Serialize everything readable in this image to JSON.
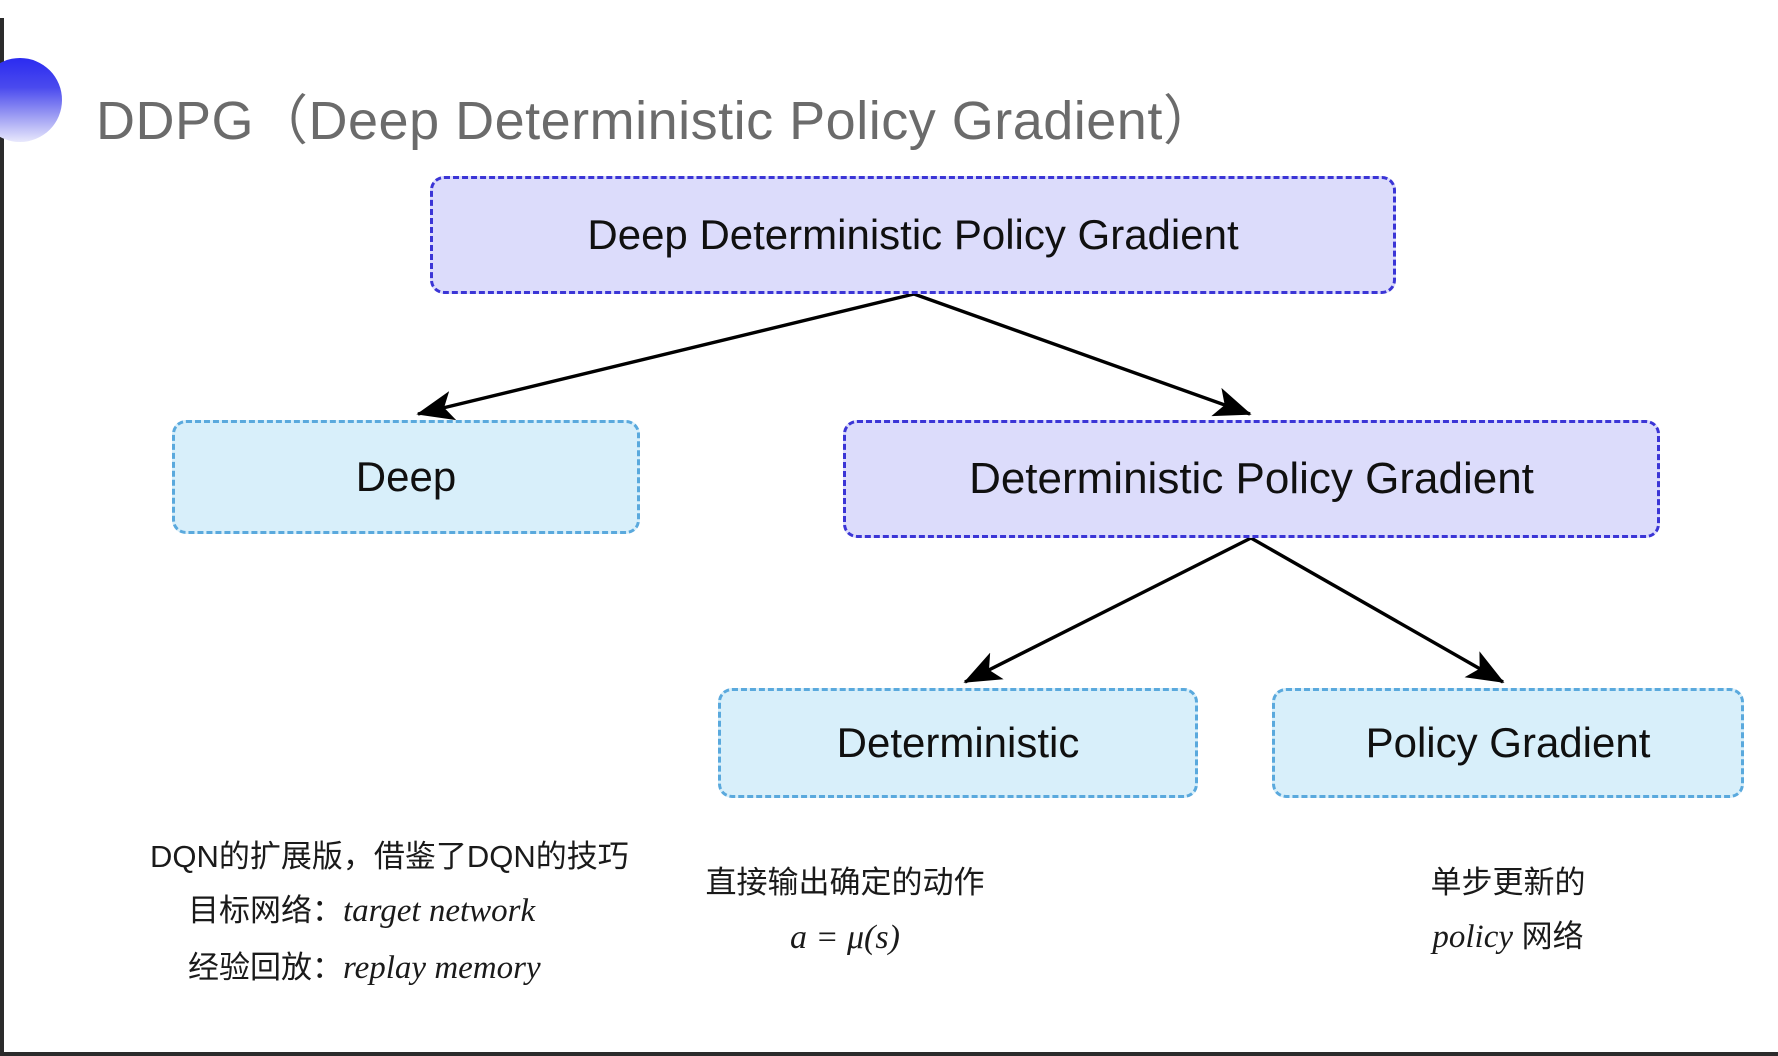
{
  "slide": {
    "title": "DDPG（Deep Deterministic Policy Gradient）",
    "background_color": "#ffffff"
  },
  "colors": {
    "purple_fill": "#dcdcfb",
    "purple_border": "#3b35d6",
    "cyan_fill": "#d8effa",
    "cyan_border": "#5aa9dd",
    "title_text": "#6b6b6b",
    "arrow": "#000000",
    "bullet_gradient_start": "#2b2bf0",
    "bullet_gradient_end": "#e8e8fc"
  },
  "diagram": {
    "type": "tree",
    "nodes": [
      {
        "id": "root",
        "label": "Deep Deterministic Policy Gradient",
        "style": "purple",
        "level": 0
      },
      {
        "id": "deep",
        "label": "Deep",
        "style": "cyan",
        "level": 1
      },
      {
        "id": "dpg",
        "label": "Deterministic Policy Gradient",
        "style": "purple",
        "level": 1
      },
      {
        "id": "deterministic",
        "label": "Deterministic",
        "style": "cyan",
        "level": 2
      },
      {
        "id": "policy_gradient",
        "label": "Policy Gradient",
        "style": "cyan",
        "level": 2
      }
    ],
    "edges": [
      {
        "from": "root",
        "to": "deep"
      },
      {
        "from": "root",
        "to": "dpg"
      },
      {
        "from": "dpg",
        "to": "deterministic"
      },
      {
        "from": "dpg",
        "to": "policy_gradient"
      }
    ]
  },
  "captions": {
    "deep": {
      "line1": "DQN的扩展版，借鉴了DQN的技巧",
      "line2_label": "目标网络：",
      "line2_value": "target network",
      "line3_label": "经验回放：",
      "line3_value": "replay memory"
    },
    "deterministic": {
      "line1": "直接输出确定的动作",
      "formula": "a = μ(s)"
    },
    "policy_gradient": {
      "line1": "单步更新的",
      "line2_value": "policy",
      "line2_suffix": " 网络"
    }
  }
}
